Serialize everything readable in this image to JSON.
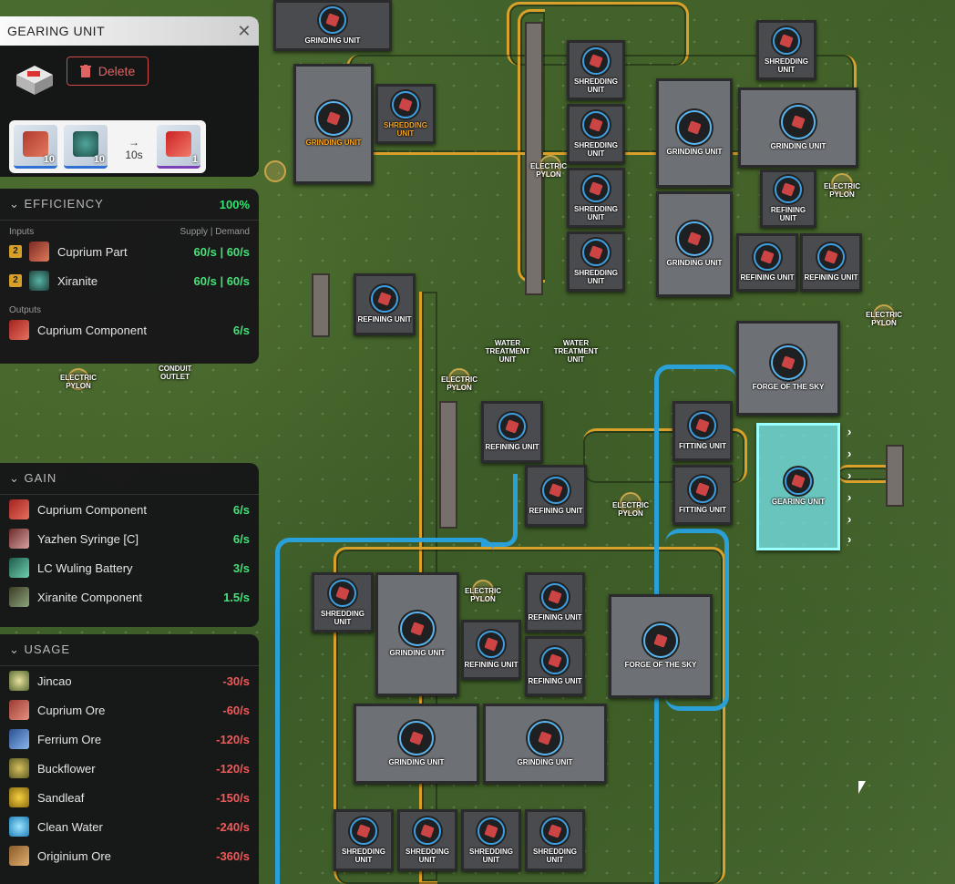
{
  "header": {
    "title": "GEARING UNIT",
    "delete_label": "Delete",
    "recipe": {
      "inputs": [
        {
          "name": "Cuprium Part",
          "qty": "10"
        },
        {
          "name": "Xiranite",
          "qty": "10"
        }
      ],
      "time": "10s",
      "output": {
        "name": "Cuprium Component",
        "qty": "1"
      }
    }
  },
  "efficiency": {
    "title": "EFFICIENCY",
    "value": "100%",
    "inputs_label": "Inputs",
    "supply_demand_label": "Supply | Demand",
    "inputs": [
      {
        "count": "2",
        "name": "Cuprium Part",
        "rate": "60/s | 60/s"
      },
      {
        "count": "2",
        "name": "Xiranite",
        "rate": "60/s | 60/s"
      }
    ],
    "outputs_label": "Outputs",
    "outputs": [
      {
        "name": "Cuprium Component",
        "rate": "6/s"
      }
    ]
  },
  "gain": {
    "title": "GAIN",
    "items": [
      {
        "name": "Cuprium Component",
        "rate": "6/s"
      },
      {
        "name": "Yazhen Syringe [C]",
        "rate": "6/s"
      },
      {
        "name": "LC Wuling Battery",
        "rate": "3/s"
      },
      {
        "name": "Xiranite Component",
        "rate": "1.5/s"
      }
    ]
  },
  "usage": {
    "title": "USAGE",
    "items": [
      {
        "name": "Jincao",
        "rate": "-30/s"
      },
      {
        "name": "Cuprium Ore",
        "rate": "-60/s"
      },
      {
        "name": "Ferrium Ore",
        "rate": "-120/s"
      },
      {
        "name": "Buckflower",
        "rate": "-120/s"
      },
      {
        "name": "Sandleaf",
        "rate": "-150/s"
      },
      {
        "name": "Clean Water",
        "rate": "-240/s"
      },
      {
        "name": "Originium Ore",
        "rate": "-360/s"
      }
    ]
  },
  "map": {
    "labels": {
      "grinding": "GRINDING UNIT",
      "shredding": "SHREDDING UNIT",
      "refining": "REFINING UNIT",
      "fitting": "FITTING UNIT",
      "forge": "FORGE OF THE SKY",
      "gearing": "GEARING UNIT",
      "water": "WATER TREATMENT UNIT",
      "pylon": "ELECTRIC PYLON",
      "outlet": "CONDUIT OUTLET"
    }
  },
  "colors": {
    "belt": "#d9a02a",
    "pipe": "#2aa0d8",
    "positive": "#48e07a",
    "negative": "#f05a5a",
    "efficiency": "#2ee86e"
  }
}
